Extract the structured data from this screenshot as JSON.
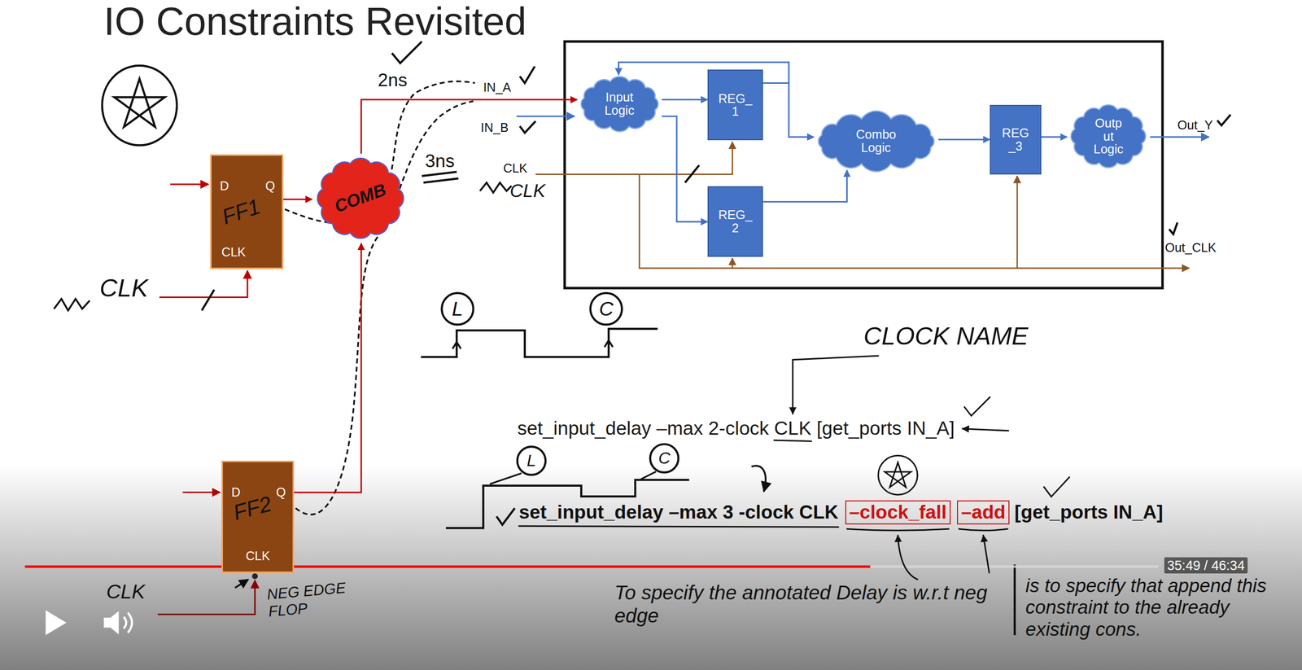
{
  "diagram": {
    "title": "IO Constraints Revisited",
    "nodes": [
      {
        "text": [
          "Input Logic"
        ]
      },
      {
        "text": [
          "REG_ 1"
        ]
      },
      {
        "text": [
          "REG_ 2"
        ]
      },
      {
        "text": [
          "Combo Logic"
        ]
      },
      {
        "text": [
          "REG _3"
        ]
      },
      {
        "text": [
          "Outp ut Logic"
        ]
      },
      {
        "text": [
          "D",
          "Q",
          "CLK",
          "FF1"
        ]
      },
      {
        "text": [
          "COMB"
        ]
      },
      {
        "text": [
          "D",
          "Q",
          "CLK",
          "FF2"
        ]
      }
    ],
    "edges": [
      {
        "from": 0,
        "to": 1,
        "arrow": "to"
      },
      {
        "from": 0,
        "to": 2,
        "arrow": "to"
      },
      {
        "from": 1,
        "to": 0,
        "arrow": "to"
      },
      {
        "from": 1,
        "to": 3,
        "arrow": "to"
      },
      {
        "from": 2,
        "to": 3,
        "arrow": "to"
      },
      {
        "from": 3,
        "to": 4,
        "arrow": "to"
      },
      {
        "from": 4,
        "to": 5,
        "arrow": "to"
      },
      {
        "from": 6,
        "to": 7,
        "arrow": "to"
      },
      {
        "from": 8,
        "to": 7,
        "arrow": "to"
      },
      {
        "from": 7,
        "to": 0,
        "arrow": "to"
      }
    ],
    "labels": [
      "2ns",
      "IN_A",
      "IN_B",
      "CLK",
      "Out_Y",
      "Out_CLK",
      "3ns",
      "CLK",
      "CLK",
      "CLK",
      "NEG EDGE FLOP",
      "L",
      "C",
      "CLOCK NAME",
      "set_input_delay –max 2-clock CLK [get_ports IN_A]",
      "L",
      "C",
      "set_input_delay –max 3 -clock CLK",
      "–clock_fall",
      "–add",
      "[get_ports IN_A]",
      "To specify the annotated Delay is w.r.t neg edge",
      "is to specify that append this constraint to the already existing cons.",
      "35:49 / 46:34"
    ]
  }
}
